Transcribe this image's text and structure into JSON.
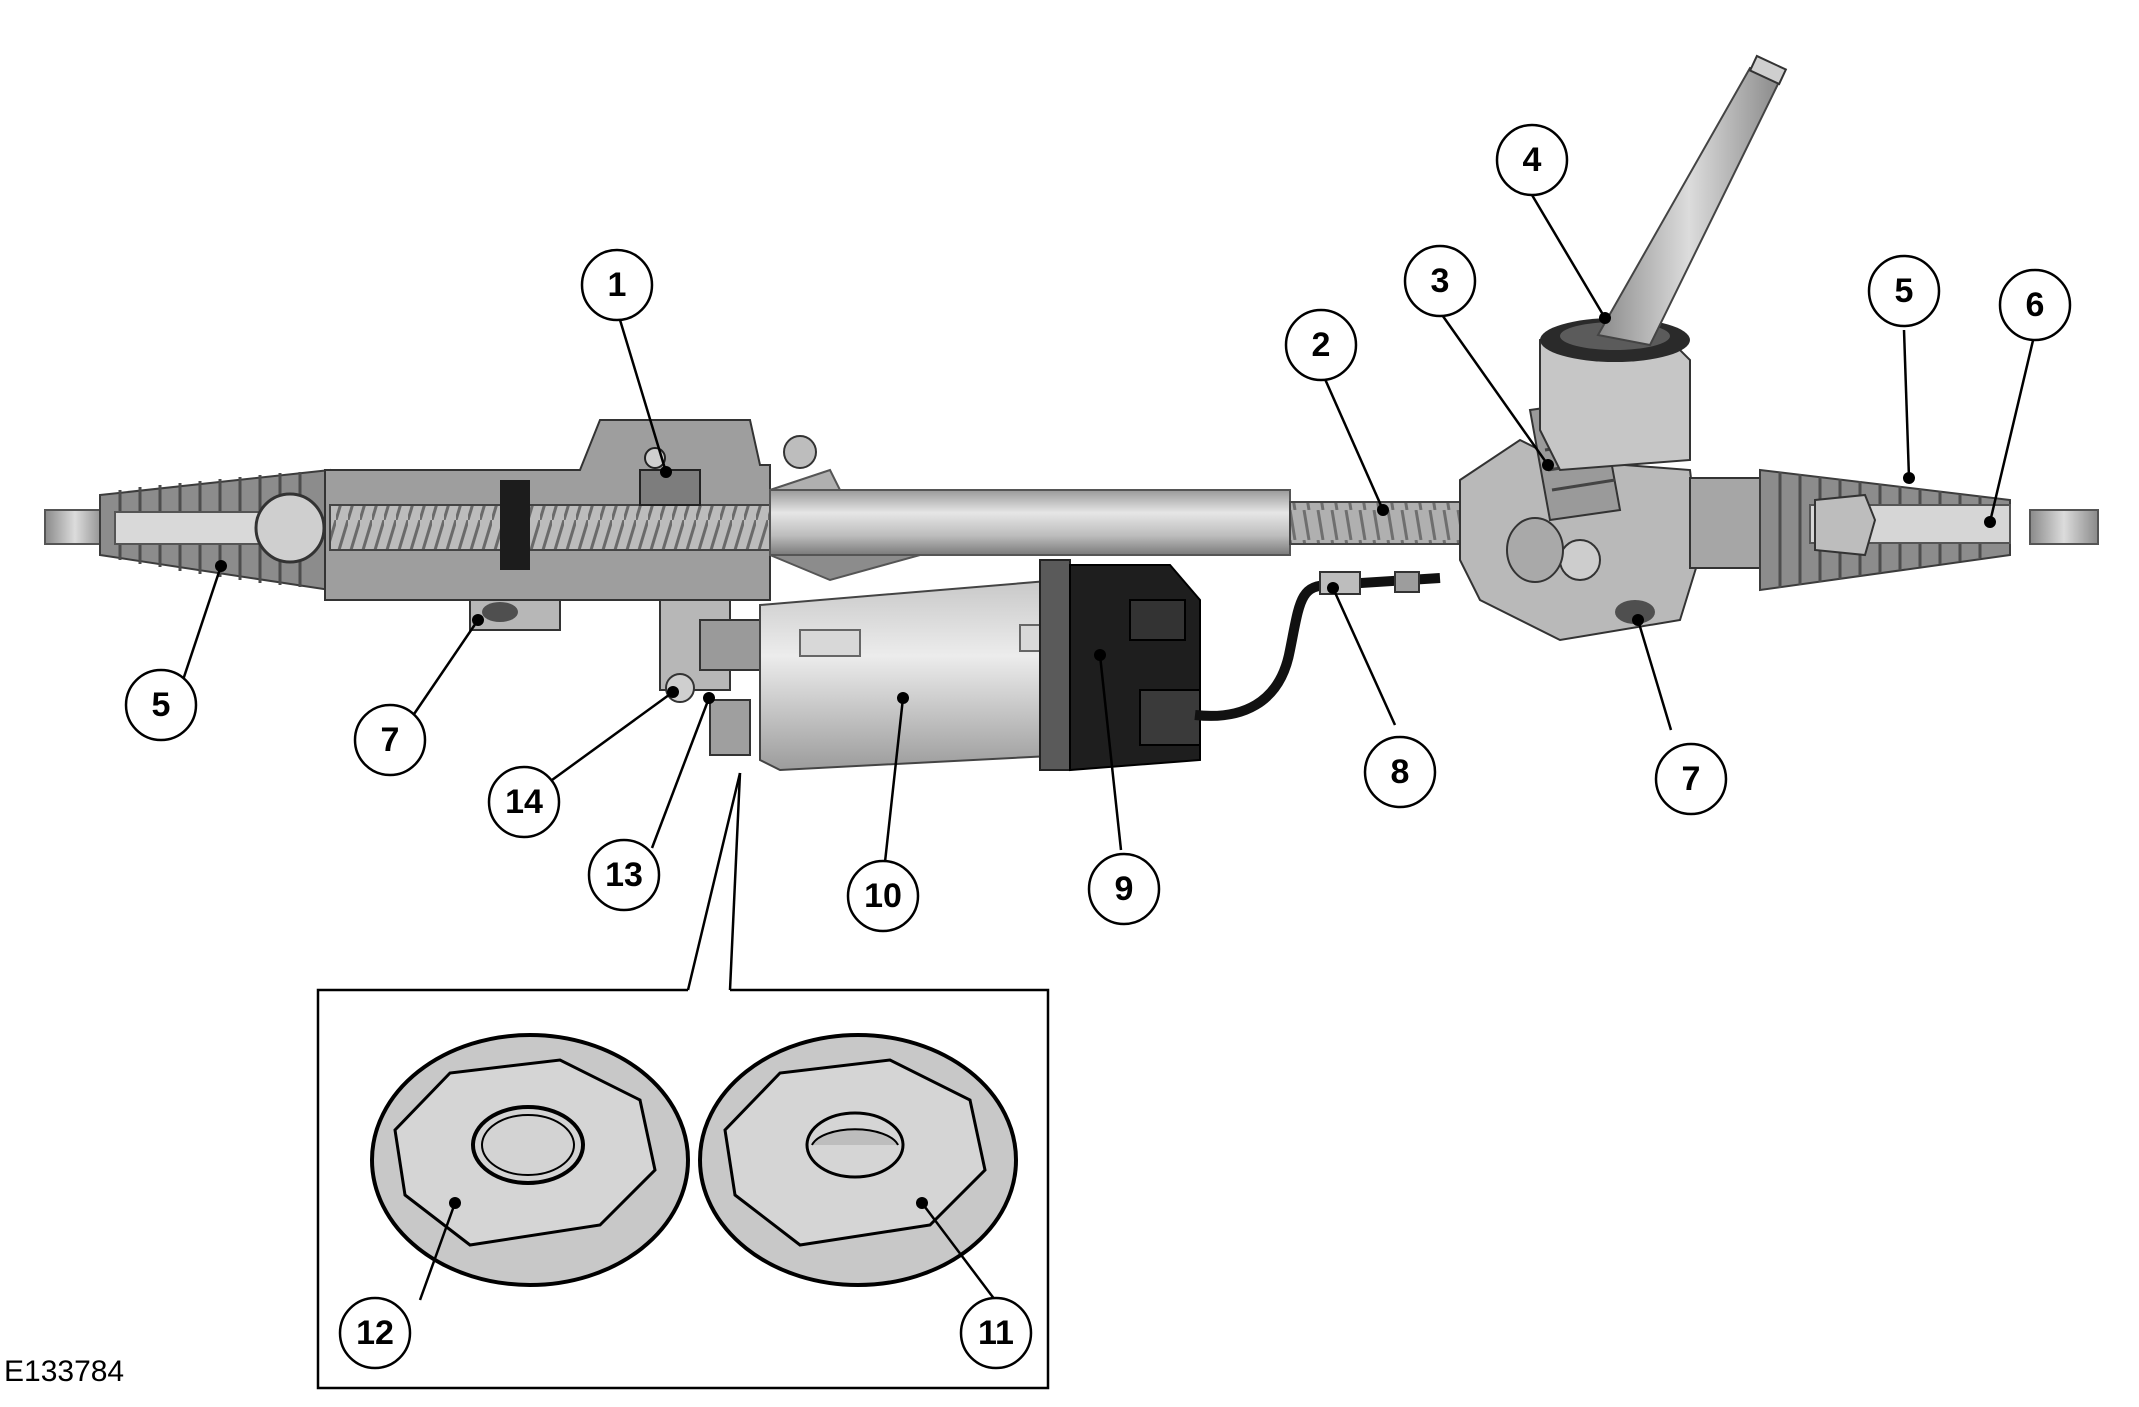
{
  "figure": {
    "id": "E133784"
  },
  "callouts": [
    "1",
    "2",
    "3",
    "4",
    "5",
    "6",
    "7",
    "8",
    "9",
    "10",
    "11",
    "12",
    "13",
    "14"
  ],
  "colors": {
    "housing_light": "#d4d4d4",
    "housing_mid": "#a8a8a8",
    "housing_dark": "#5a5a5a",
    "boot": "#8c8c8c",
    "cable": "#111111",
    "nut_fill": "#c8c8c8"
  }
}
